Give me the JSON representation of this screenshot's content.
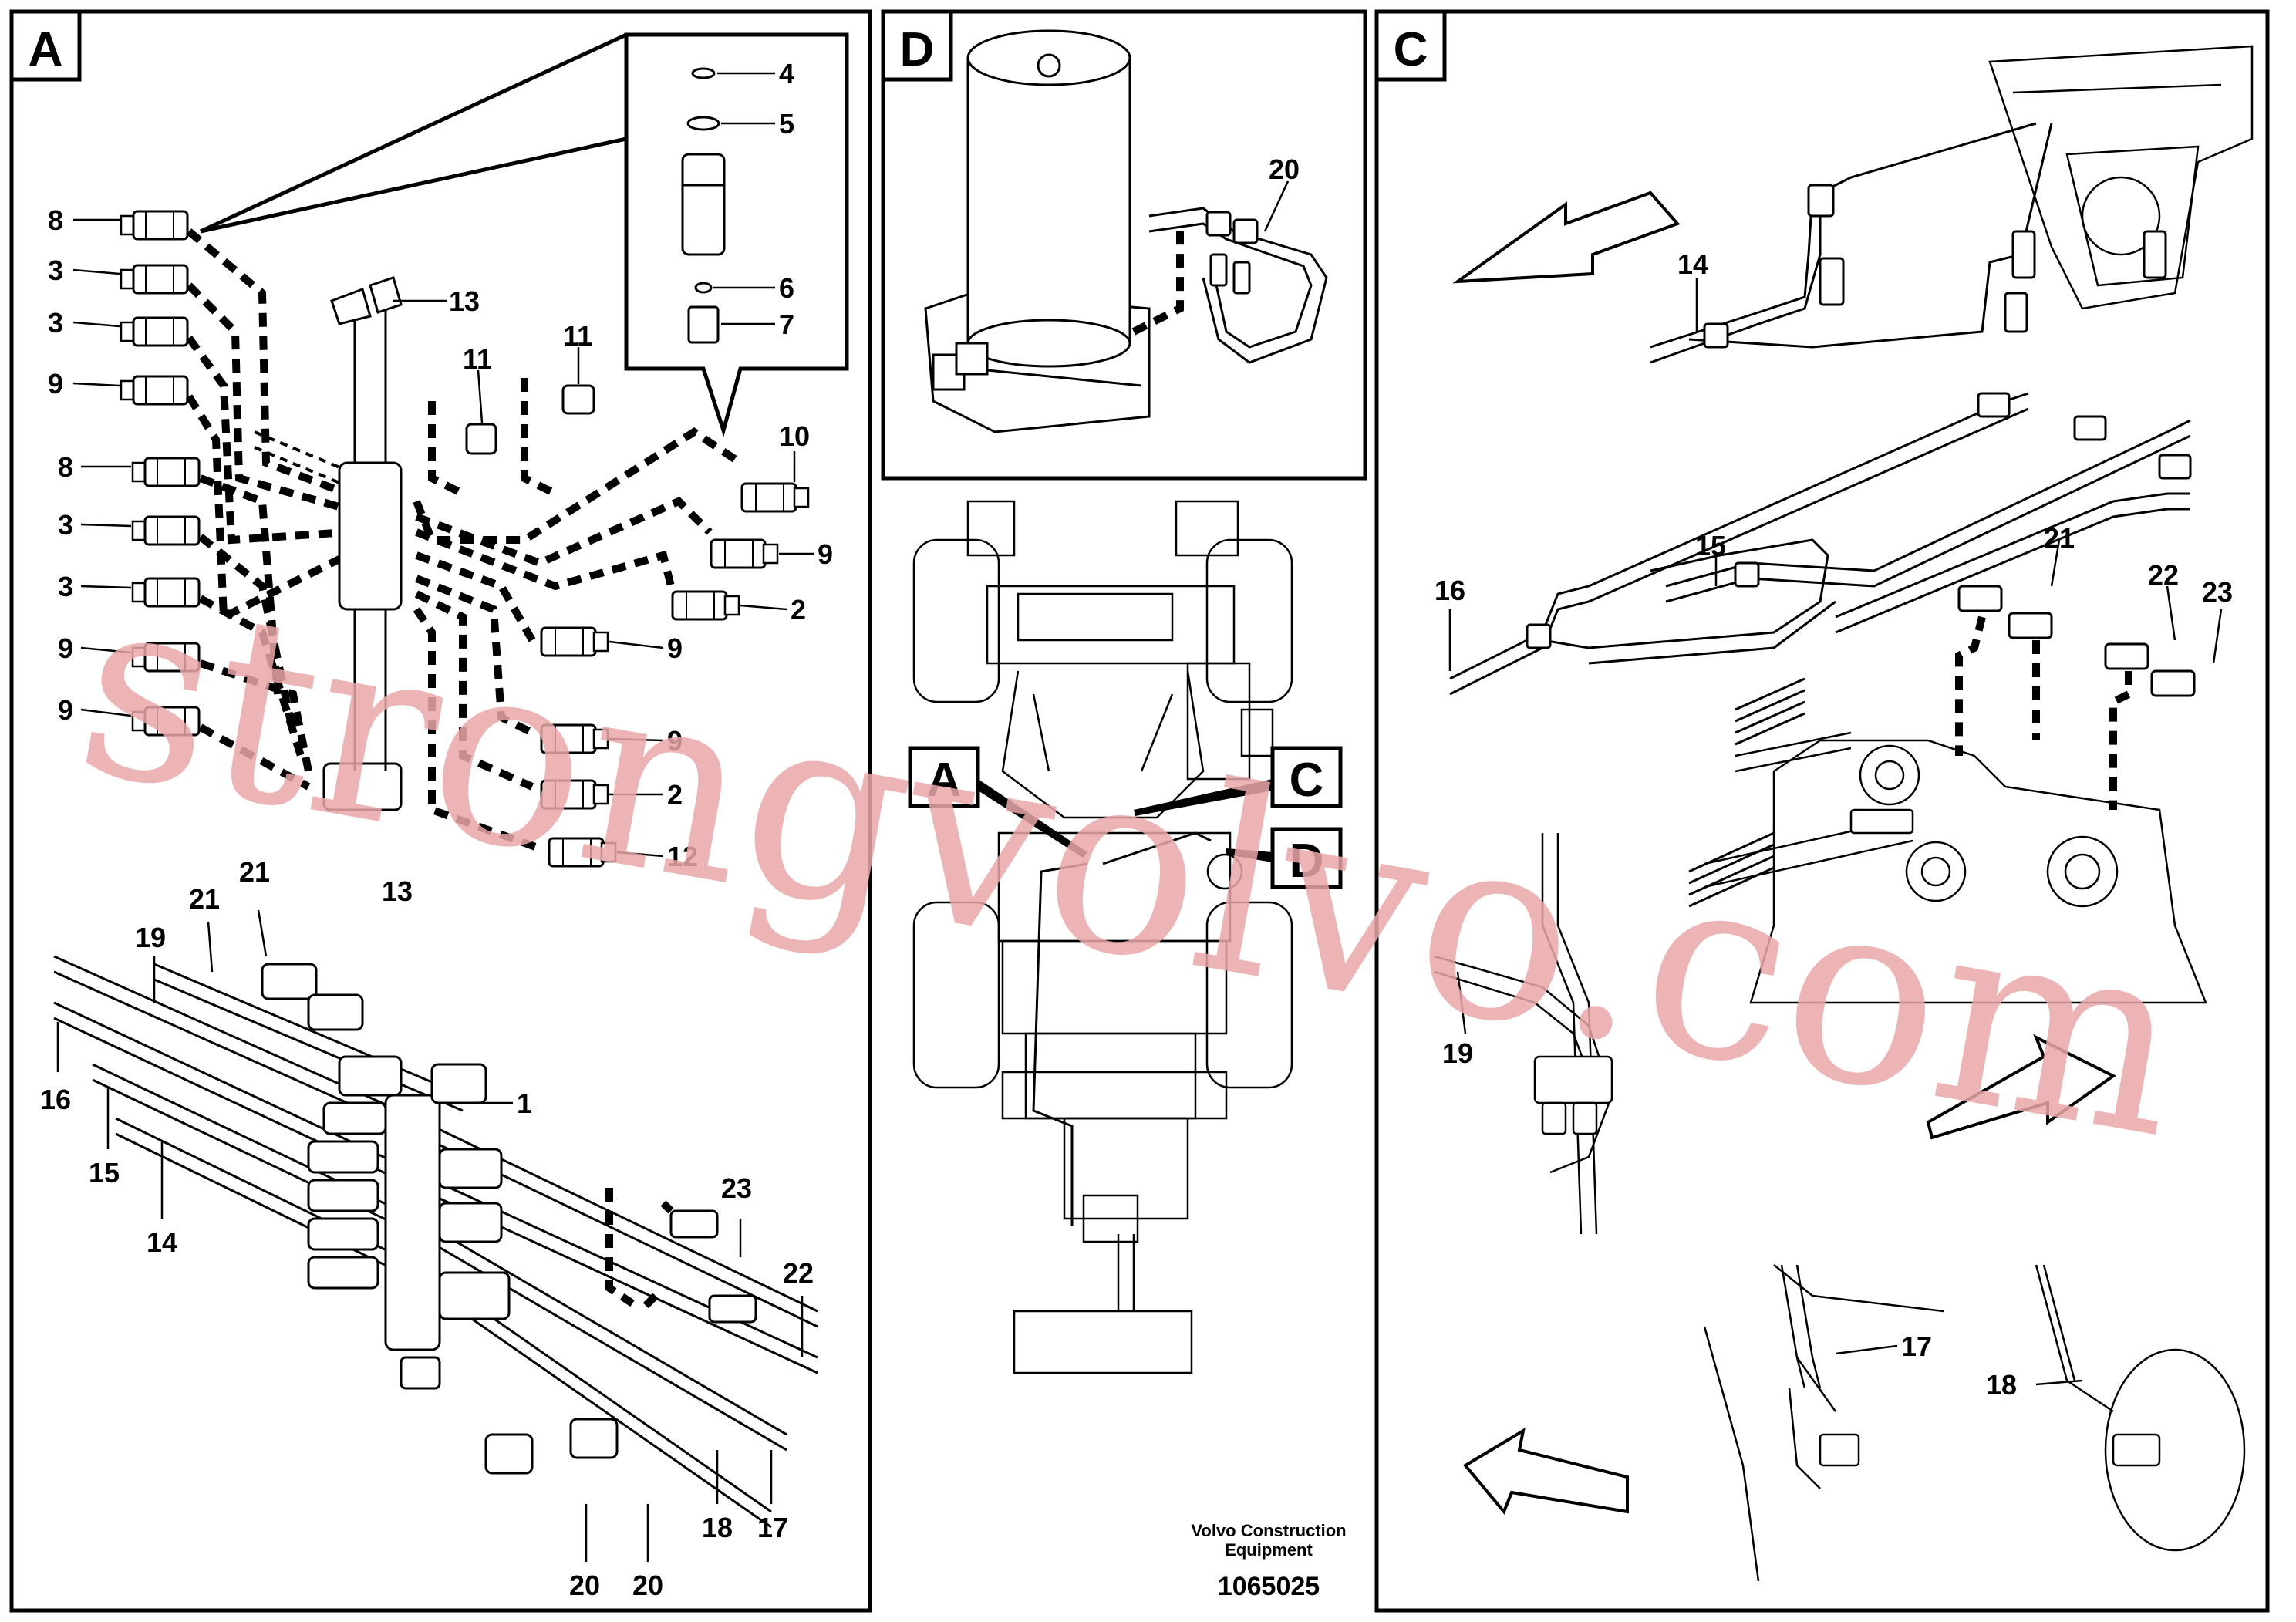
{
  "panels": {
    "A": {
      "tag": "A",
      "labels": [
        "4",
        "5",
        "6",
        "7",
        "8",
        "3",
        "3",
        "9",
        "8",
        "3",
        "3",
        "9",
        "9",
        "13",
        "11",
        "11",
        "10",
        "9",
        "2",
        "9",
        "9",
        "2",
        "12",
        "21",
        "21",
        "19",
        "13",
        "16",
        "15",
        "14",
        "1",
        "23",
        "22",
        "18",
        "17",
        "20",
        "20"
      ]
    },
    "D": {
      "tag": "D",
      "labels": [
        "20"
      ]
    },
    "C": {
      "tag": "C",
      "labels": [
        "14",
        "15",
        "16",
        "21",
        "22",
        "23",
        "19",
        "17",
        "18"
      ]
    },
    "overview": {
      "labels": [
        "A",
        "C",
        "D"
      ]
    }
  },
  "footer": {
    "company_line1": "Volvo Construction",
    "company_line2": "Equipment",
    "doc_number": "1065025"
  },
  "watermark": "strongvolvo.com",
  "colors": {
    "line": "#000000",
    "watermark": "#e9a7a7"
  }
}
